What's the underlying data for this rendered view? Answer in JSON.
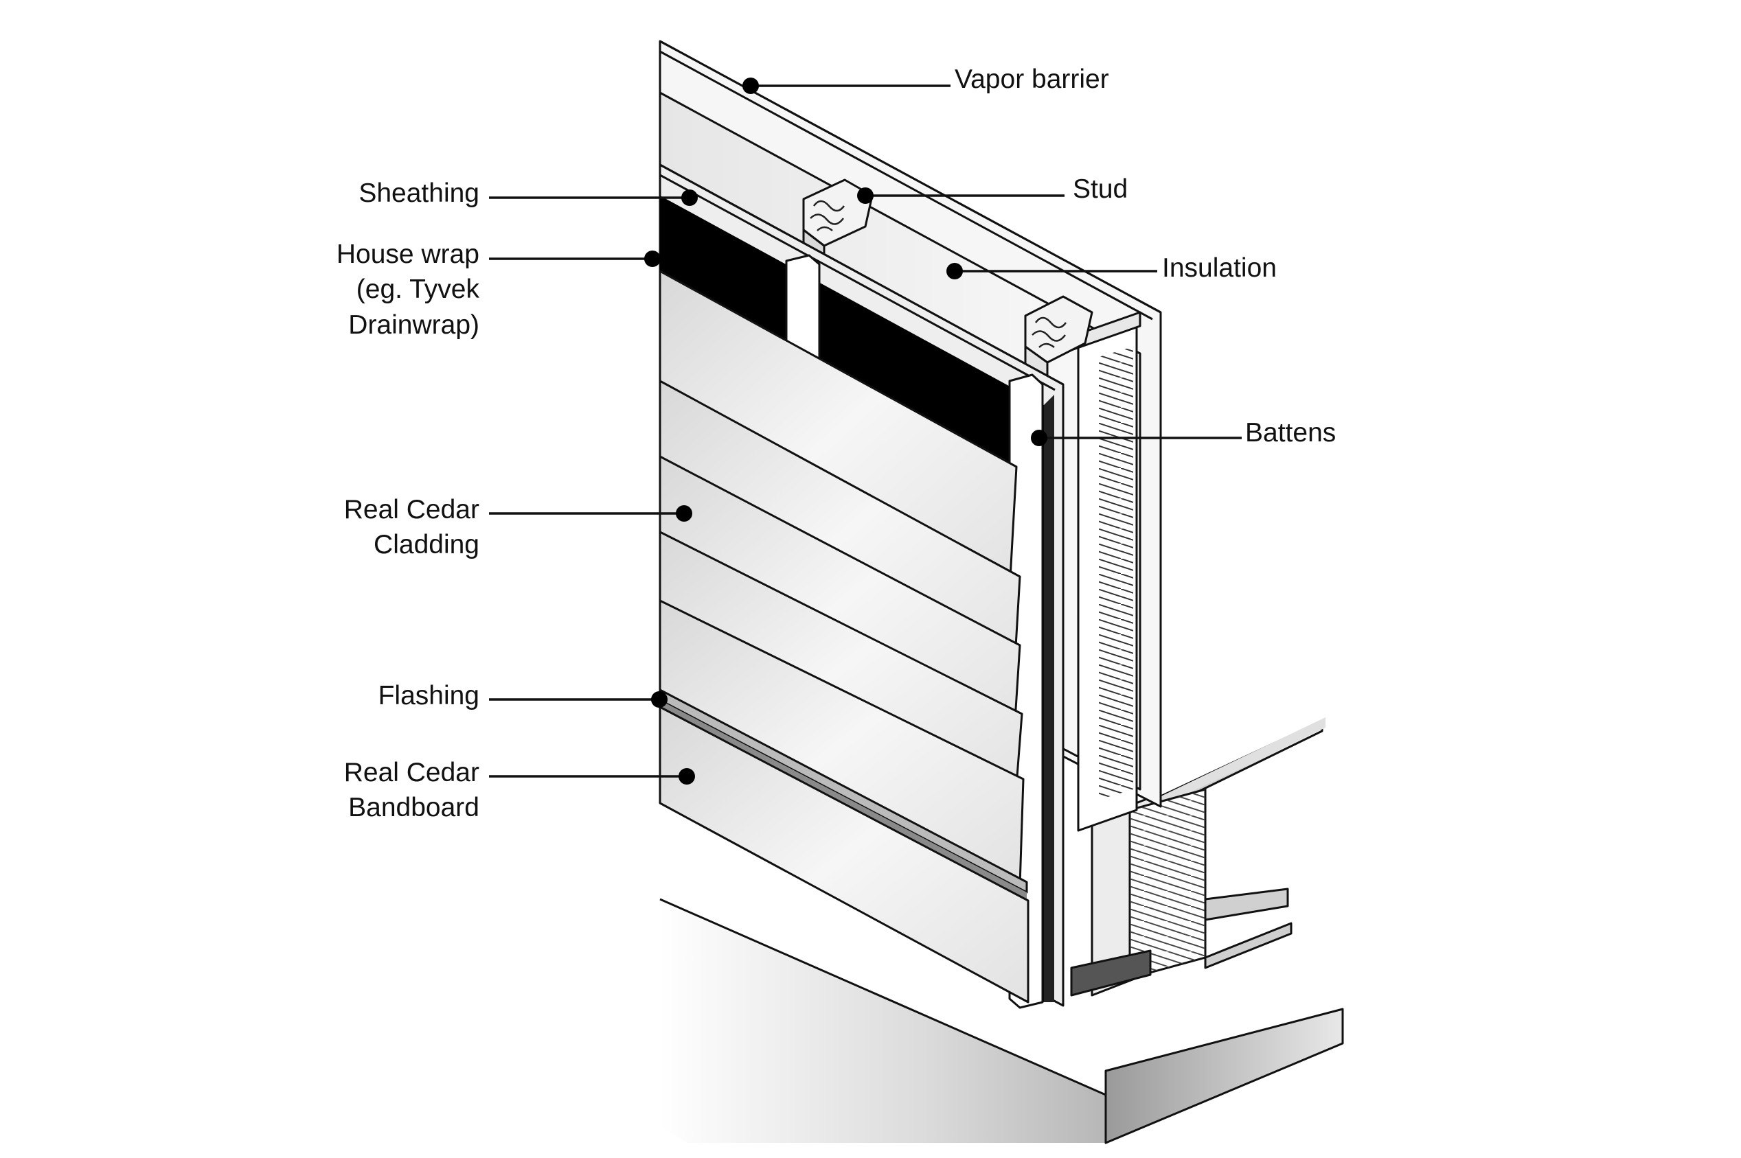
{
  "diagram": {
    "labels": {
      "vapor_barrier": "Vapor barrier",
      "stud": "Stud",
      "insulation": "Insulation",
      "battens": "Battens",
      "sheathing": "Sheathing",
      "house_wrap_1": "House wrap",
      "house_wrap_2": "(eg. Tyvek",
      "house_wrap_3": "Drainwrap)",
      "cladding_1": "Real Cedar",
      "cladding_2": "Cladding",
      "flashing": "Flashing",
      "bandboard_1": "Real Cedar",
      "bandboard_2": "Bandboard"
    },
    "colors": {
      "line": "#111111",
      "house_wrap": "#000000",
      "panel_light": "#f2f2f2",
      "panel_mid": "#dcdcdc",
      "panel_dark": "#8a8a8a",
      "sill": "#555555"
    }
  }
}
